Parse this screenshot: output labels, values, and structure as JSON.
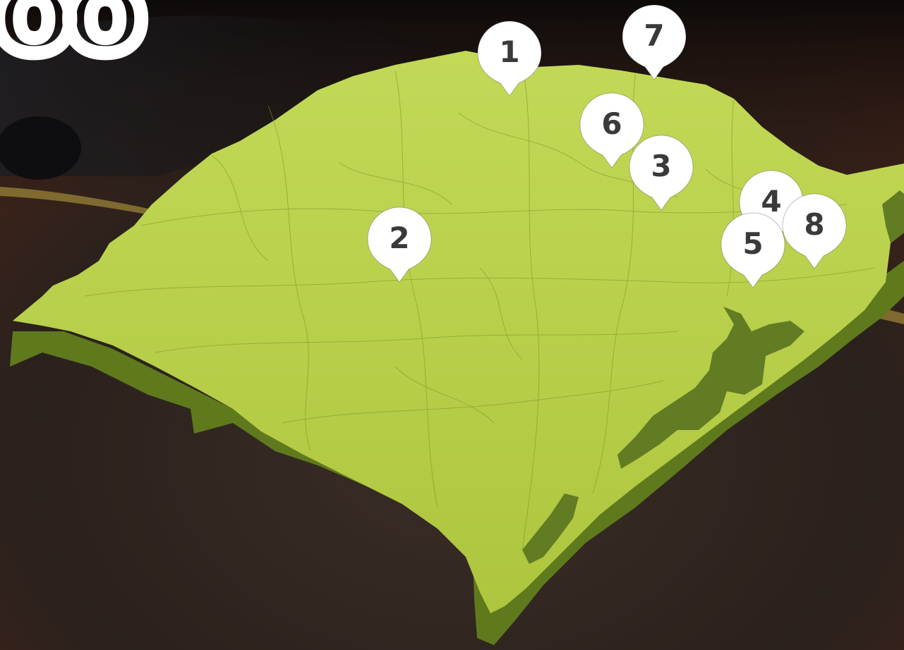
{
  "corner_fragment": "oo",
  "colors": {
    "map_fill": "#b8d04a",
    "map_side": "#5f7a1d",
    "lagoon": "#627c24",
    "pin_fill": "#ffffff",
    "pin_text": "#3a3a3a",
    "road": "#2a211d"
  },
  "markers": [
    {
      "id": "1",
      "label": "1",
      "icon": "map-pin-icon"
    },
    {
      "id": "2",
      "label": "2",
      "icon": "map-pin-icon"
    },
    {
      "id": "3",
      "label": "3",
      "icon": "map-pin-icon"
    },
    {
      "id": "4",
      "label": "4",
      "icon": "map-pin-icon"
    },
    {
      "id": "5",
      "label": "5",
      "icon": "map-pin-icon"
    },
    {
      "id": "6",
      "label": "6",
      "icon": "map-pin-icon"
    },
    {
      "id": "7",
      "label": "7",
      "icon": "map-pin-icon"
    },
    {
      "id": "8",
      "label": "8",
      "icon": "map-pin-icon"
    }
  ]
}
